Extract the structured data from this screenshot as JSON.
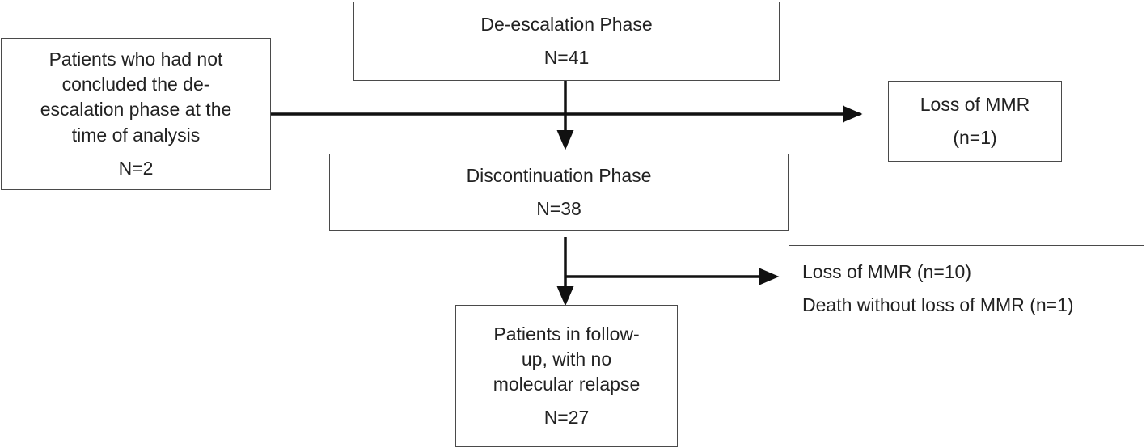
{
  "boxes": {
    "deescalation": {
      "title": "De-escalation Phase",
      "count": "N=41"
    },
    "not_concluded": {
      "lines": [
        "Patients who had not",
        "concluded the de-",
        "escalation phase at the",
        "time of analysis"
      ],
      "count": "N=2"
    },
    "loss_mmr_1": {
      "title": "Loss of MMR",
      "count": "(n=1)"
    },
    "discontinuation": {
      "title": "Discontinuation Phase",
      "count": "N=38"
    },
    "outcomes": {
      "line1": "Loss of MMR (n=10)",
      "line2": "Death without loss of MMR (n=1)"
    },
    "followup": {
      "lines": [
        "Patients in follow-",
        "up, with no",
        "molecular relapse"
      ],
      "count": "N=27"
    }
  }
}
